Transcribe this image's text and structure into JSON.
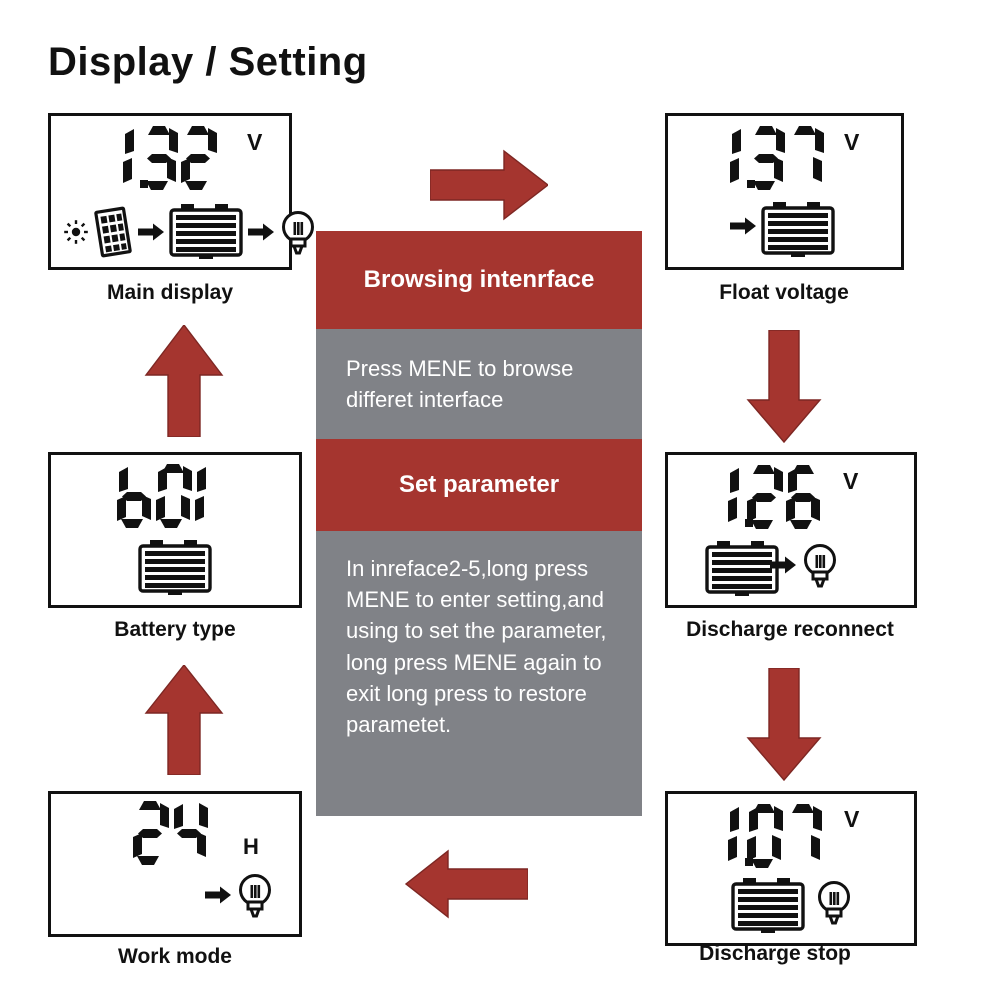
{
  "page": {
    "title": "Display / Setting",
    "accent_red": "#a5352f",
    "band_gray": "#808287",
    "lcd_ink": "#111111"
  },
  "center": {
    "browsing_title": "Browsing intenrface",
    "browsing_body": "Press MENE to browse differet interface",
    "set_title": "Set parameter",
    "set_body": "In inreface2-5,long press MENE to enter setting,and using to set the parameter, long press MENE again to exit long press to restore parametet."
  },
  "panels": [
    {
      "id": "main-display",
      "caption": "Main display",
      "value": "13.2",
      "unit": "V",
      "icons": "sun, solar-panel, arrow, battery, arrow, bulb"
    },
    {
      "id": "battery-type",
      "caption": "Battery type",
      "value": "b01",
      "unit": "",
      "icons": "battery"
    },
    {
      "id": "work-mode",
      "caption": "Work mode",
      "value": "24",
      "unit": "H",
      "icons": "arrow, bulb"
    },
    {
      "id": "float-voltage",
      "caption": "Float voltage",
      "value": "13.7",
      "unit": "V",
      "icons": "arrow, battery"
    },
    {
      "id": "discharge-reconnect",
      "caption": "Discharge reconnect",
      "value": "12.6",
      "unit": "V",
      "icons": "battery, arrow, bulb"
    },
    {
      "id": "discharge-stop",
      "caption": "Discharge stop",
      "value": "10.7",
      "unit": "V",
      "icons": "battery, bulb"
    }
  ],
  "flow_arrows": [
    {
      "name": "arrow-main-to-float",
      "direction": "right"
    },
    {
      "name": "arrow-float-to-reconnect",
      "direction": "down"
    },
    {
      "name": "arrow-reconnect-to-stop",
      "direction": "down"
    },
    {
      "name": "arrow-stop-to-workmode",
      "direction": "left"
    },
    {
      "name": "arrow-workmode-to-battery",
      "direction": "up"
    },
    {
      "name": "arrow-battery-to-main",
      "direction": "up"
    }
  ]
}
